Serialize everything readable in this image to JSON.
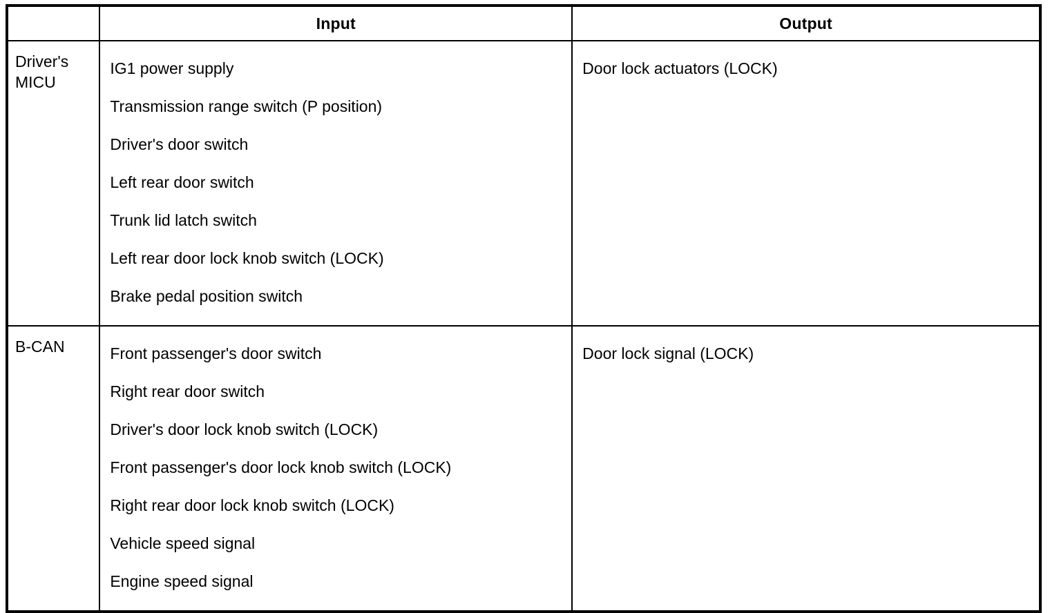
{
  "table": {
    "columns": [
      {
        "key": "system",
        "label": ""
      },
      {
        "key": "input",
        "label": "Input"
      },
      {
        "key": "output",
        "label": "Output"
      }
    ],
    "rows": [
      {
        "system": "Driver's\nMICU",
        "inputs": [
          "IG1 power supply",
          "Transmission range switch (P position)",
          "Driver's door switch",
          "Left rear door switch",
          "Trunk lid latch switch",
          "Left rear door lock knob switch (LOCK)",
          "Brake pedal position switch"
        ],
        "outputs": [
          "Door lock actuators (LOCK)"
        ]
      },
      {
        "system": "B-CAN",
        "inputs": [
          "Front passenger's door switch",
          "Right rear door switch",
          "Driver's door lock knob switch (LOCK)",
          "Front passenger's door lock knob switch (LOCK)",
          "Right rear door lock knob switch (LOCK)",
          "Vehicle speed signal",
          "Engine speed signal"
        ],
        "outputs": [
          "Door lock signal (LOCK)"
        ]
      }
    ]
  },
  "colors": {
    "border": "#000000",
    "text": "#000000",
    "background": "#ffffff"
  }
}
